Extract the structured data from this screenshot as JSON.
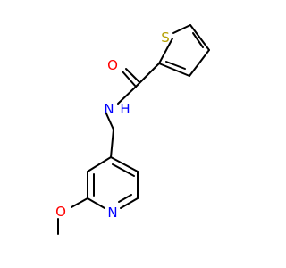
{
  "molecule": {
    "atoms": {
      "sulfur": "S",
      "carbonyl_oxygen": "O",
      "amide_nitrogen": "N",
      "amide_hydrogen": "H",
      "methoxy_oxygen": "O",
      "pyridine_nitrogen": "N"
    }
  },
  "colors": {
    "bond": "#000000",
    "sulfur": "#b5a000",
    "oxygen": "#ff0000",
    "nitrogen": "#0000ff"
  }
}
